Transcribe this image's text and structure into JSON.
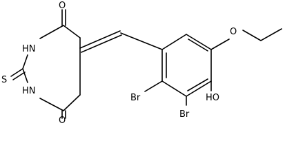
{
  "molecule": {
    "atoms": {
      "o_top": "O",
      "o_bottom": "O",
      "n_upper": "HN",
      "n_lower": "HN",
      "s_thione": "S",
      "o_ether": "O",
      "oh": "HO",
      "br_left": "Br",
      "br_bottom": "Br"
    }
  }
}
